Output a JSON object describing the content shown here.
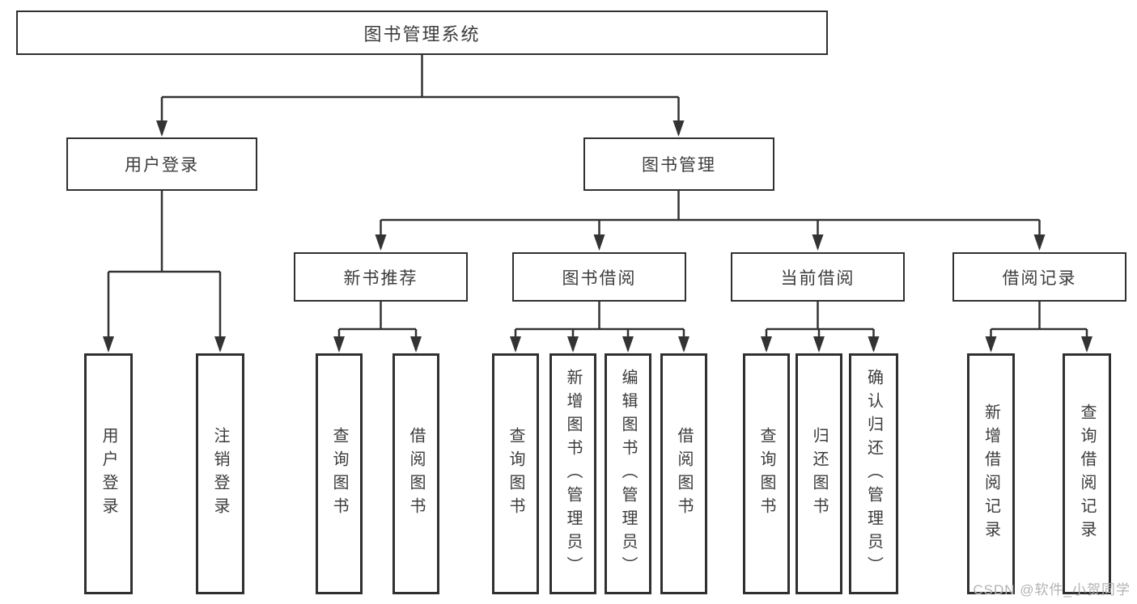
{
  "page": {
    "background": "#ffffff"
  },
  "colors": {
    "line": "#333333",
    "box_border": "#303030",
    "text": "#3c3c3c",
    "watermark": "#b3b3b3"
  },
  "watermark": {
    "text": "CSDN @软件_小贺同学"
  },
  "tree": {
    "root": {
      "label": "图书管理系统",
      "children": [
        {
          "label": "用户登录",
          "children": [
            {
              "label": "用户登录"
            },
            {
              "label": "注销登录"
            }
          ]
        },
        {
          "label": "图书管理",
          "children": [
            {
              "label": "新书推荐",
              "children": [
                {
                  "label": "查询图书"
                },
                {
                  "label": "借阅图书"
                }
              ]
            },
            {
              "label": "图书借阅",
              "children": [
                {
                  "label": "查询图书"
                },
                {
                  "label": "新增图书（管理员）"
                },
                {
                  "label": "编辑图书（管理员）"
                },
                {
                  "label": "借阅图书"
                }
              ]
            },
            {
              "label": "当前借阅",
              "children": [
                {
                  "label": "查询图书"
                },
                {
                  "label": "归还图书"
                },
                {
                  "label": "确认归还（管理员）"
                }
              ]
            },
            {
              "label": "借阅记录",
              "children": [
                {
                  "label": "新增借阅记录"
                },
                {
                  "label": "查询借阅记录"
                }
              ]
            }
          ]
        }
      ]
    }
  }
}
